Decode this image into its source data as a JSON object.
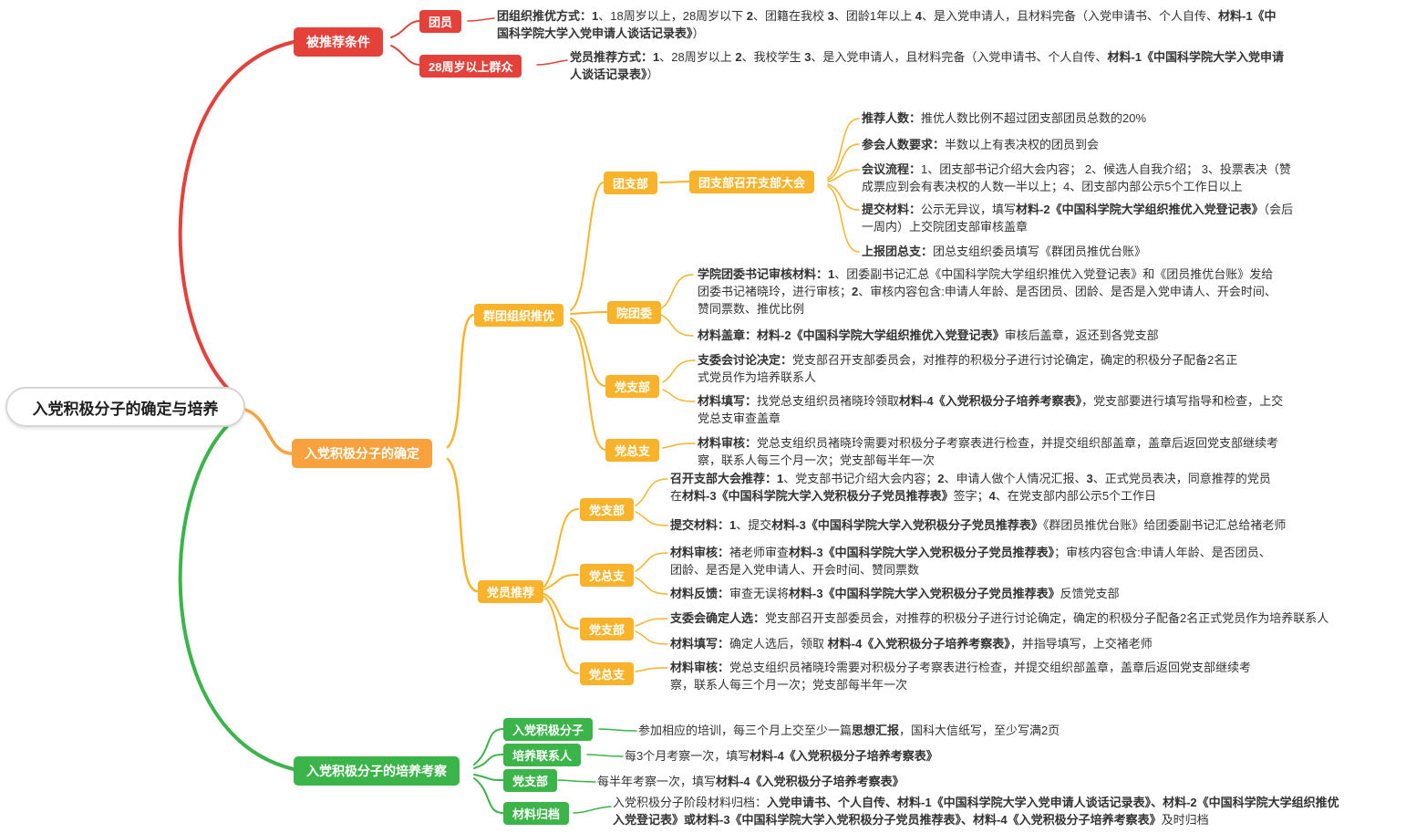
{
  "root": {
    "label": "入党积极分子的确定与培养"
  },
  "colors": {
    "red": "#E5413B",
    "orange": "#F9A13C",
    "yellow": "#F9B32B",
    "green": "#3BB44A"
  },
  "recommend": {
    "label": "被推荐条件",
    "member": {
      "label": "团员",
      "detail": [
        {
          "t": "团组织推优方式：",
          "b": true
        },
        {
          "t": "1",
          "b": true
        },
        {
          "t": "、18周岁以上，28周岁以下 ",
          "b": false
        },
        {
          "t": "2",
          "b": true
        },
        {
          "t": "、团籍在我校 ",
          "b": false
        },
        {
          "t": "3",
          "b": true
        },
        {
          "t": "、团龄1年以上  ",
          "b": false
        },
        {
          "t": "4",
          "b": true
        },
        {
          "t": "、是入党申请人，且材料完备（入党申请书、个人自传、",
          "b": false
        },
        {
          "t": "材料-1《中国科学院大学入党申请人谈话记录表》",
          "b": true
        },
        {
          "t": "）",
          "b": false
        }
      ]
    },
    "over28": {
      "label": "28周岁以上群众",
      "detail": [
        {
          "t": "党员推荐方式：",
          "b": true
        },
        {
          "t": "1",
          "b": true
        },
        {
          "t": "、28周岁以上 ",
          "b": false
        },
        {
          "t": "2",
          "b": true
        },
        {
          "t": "、我校学生 ",
          "b": false
        },
        {
          "t": "3",
          "b": true
        },
        {
          "t": "、是入党申请人，且材料完备（入党申请书、个人自传、",
          "b": false
        },
        {
          "t": "材料-1《中国科学院大学入党申请人谈话记录表》",
          "b": true
        },
        {
          "t": "）",
          "b": false
        }
      ]
    }
  },
  "determine": {
    "label": "入党积极分子的确定",
    "league": {
      "label": "群团组织推优",
      "branch": {
        "label": "团支部"
      },
      "meeting": {
        "label": "团支部召开支部大会",
        "count": [
          {
            "t": "推荐人数：",
            "b": true
          },
          {
            "t": "推优人数比例不超过团支部团员总数的20%",
            "b": false
          }
        ],
        "attendance": [
          {
            "t": "参会人数要求：",
            "b": true
          },
          {
            "t": "半数以上有表决权的团员到会",
            "b": false
          }
        ],
        "process": [
          {
            "t": "会议流程：",
            "b": true
          },
          {
            "t": "1、团支部书记介绍大会内容； 2、候选人自我介绍； 3、投票表决（赞成票应到会有表决权的人数一半以上；4、团支部内部公示5个工作日以上",
            "b": false
          }
        ],
        "submit": [
          {
            "t": "提交材料：",
            "b": true
          },
          {
            "t": "公示无异议，填写",
            "b": false
          },
          {
            "t": "材料-2《中国科学院大学组织推优入党登记表》",
            "b": true
          },
          {
            "t": "（会后一周内）上交院团支部审核盖章",
            "b": false
          }
        ],
        "report": [
          {
            "t": "上报团总支：",
            "b": true
          },
          {
            "t": "团总支组织委员填写《群团员推优台账》",
            "b": false
          }
        ]
      },
      "college": {
        "label": "院团委",
        "review": [
          {
            "t": "学院团委书记审核材料：",
            "b": true
          },
          {
            "t": "1",
            "b": true
          },
          {
            "t": "、团委副书记汇总《中国科学院大学组织推优入党登记表》和《团员推优台账》发给团委书记褚晓玲，进行审核；",
            "b": false
          },
          {
            "t": "2",
            "b": true
          },
          {
            "t": "、审核内容包含:申请人年龄、是否团员、团龄、是否是入党申请人、开会时间、赞同票数、推优比例",
            "b": false
          }
        ],
        "seal": [
          {
            "t": "材料盖章：",
            "b": true
          },
          {
            "t": "材料-2《中国科学院大学组织推优入党登记表》",
            "b": true
          },
          {
            "t": "审核后盖章，返还到各党支部",
            "b": false
          }
        ]
      },
      "party_branch": {
        "label": "党支部",
        "decide": [
          {
            "t": "支委会讨论决定：",
            "b": true
          },
          {
            "t": "党支部召开支部委员会，对推荐的积极分子进行讨论确定，确定的积极分子配备2名正式党员作为培养联系人",
            "b": false
          }
        ],
        "fill": [
          {
            "t": "材料填写：",
            "b": true
          },
          {
            "t": "找党总支组织员褚晓玲领取",
            "b": false
          },
          {
            "t": "材料-4《入党积极分子培养考察表》",
            "b": true
          },
          {
            "t": "，党支部要进行填写指导和检查，上交党总支审查盖章",
            "b": false
          }
        ]
      },
      "party_general": {
        "label": "党总支",
        "review": [
          {
            "t": "材料审核：",
            "b": true
          },
          {
            "t": "党总支组织员褚晓玲需要对积极分子考察表进行检查，并提交组织部盖章，盖章后返回党支部继续考察，联系人每三个月一次；党支部每半年一次",
            "b": false
          }
        ]
      }
    },
    "member_rec": {
      "label": "党员推荐",
      "branch1": {
        "label": "党支部",
        "meeting": [
          {
            "t": "召开支部大会推荐：",
            "b": true
          },
          {
            "t": "1",
            "b": true
          },
          {
            "t": "、党支部书记介绍大会内容；",
            "b": false
          },
          {
            "t": "2",
            "b": true
          },
          {
            "t": "、申请人做个人情况汇报、",
            "b": false
          },
          {
            "t": "3",
            "b": true
          },
          {
            "t": "、正式党员表决，同意推荐的党员在",
            "b": false
          },
          {
            "t": "材料-3《中国科学院大学入党积极分子党员推荐表》",
            "b": true
          },
          {
            "t": "签字；",
            "b": false
          },
          {
            "t": "4",
            "b": true
          },
          {
            "t": "、在党支部内部公示5个工作日",
            "b": false
          }
        ],
        "submit": [
          {
            "t": "提交材料：",
            "b": true
          },
          {
            "t": "1",
            "b": true
          },
          {
            "t": "、提交",
            "b": false
          },
          {
            "t": "材料-3《中国科学院大学入党积极分子党员推荐表》",
            "b": true
          },
          {
            "t": "《群团员推优台账》给团委副书记汇总给褚老师",
            "b": false
          }
        ]
      },
      "general1": {
        "label": "党总支",
        "review": [
          {
            "t": "材料审核：",
            "b": true
          },
          {
            "t": "褚老师审查",
            "b": false
          },
          {
            "t": "材料-3《中国科学院大学入党积极分子党员推荐表》",
            "b": true
          },
          {
            "t": "；审核内容包含:申请人年龄、是否团员、团龄、是否是入党申请人、开会时间、赞同票数",
            "b": false
          }
        ],
        "feedback": [
          {
            "t": "材料反馈：",
            "b": true
          },
          {
            "t": "审查无误将",
            "b": false
          },
          {
            "t": "材料-3《中国科学院大学入党积极分子党员推荐表》",
            "b": true
          },
          {
            "t": "反馈党支部",
            "b": false
          }
        ]
      },
      "branch2": {
        "label": "党支部",
        "decide": [
          {
            "t": "支委会确定人选：",
            "b": true
          },
          {
            "t": "党支部召开支部委员会，对推荐的积极分子进行讨论确定，确定的积极分子配备2名正式党员作为培养联系人",
            "b": false
          }
        ],
        "fill": [
          {
            "t": "材料填写：",
            "b": true
          },
          {
            "t": "确定人选后，领取 ",
            "b": false
          },
          {
            "t": "材料-4《入党积极分子培养考察表》",
            "b": true
          },
          {
            "t": "，并指导填写，上交褚老师",
            "b": false
          }
        ]
      },
      "general2": {
        "label": "党总支",
        "review": [
          {
            "t": "材料审核：",
            "b": true
          },
          {
            "t": "党总支组织员褚晓玲需要对积极分子考察表进行检查，并提交组织部盖章，盖章后返回党支部继续考察，联系人每三个月一次；党支部每半年一次",
            "b": false
          }
        ]
      }
    }
  },
  "cultivate": {
    "label": "入党积极分子的培养考察",
    "activist": {
      "label": "入党积极分子",
      "detail": [
        {
          "t": "参加相应的培训，每三个月上交至少一篇",
          "b": false
        },
        {
          "t": "思想汇报",
          "b": true
        },
        {
          "t": "，国科大信纸写，至少写满2页",
          "b": false
        }
      ]
    },
    "contact": {
      "label": "培养联系人",
      "detail": [
        {
          "t": "每3个月考察一次，填写",
          "b": false
        },
        {
          "t": "材料-4《入党积极分子培养考察表》",
          "b": true
        }
      ]
    },
    "branch": {
      "label": "党支部",
      "detail": [
        {
          "t": "每半年考察一次，填写",
          "b": false
        },
        {
          "t": "材料-4《入党积极分子培养考察表》",
          "b": true
        }
      ]
    },
    "archive": {
      "label": "材料归档",
      "detail": [
        {
          "t": "入党积极分子阶段材料归档：",
          "b": false
        },
        {
          "t": "入党申请书、个人自传、材料-1《中国科学院大学入党申请人谈话记录表》、材料-2《中国科学院大学组织推优入党登记表》或材料-3《中国科学院大学入党积极分子党员推荐表》、材料-4《入党积极分子培养考察表》",
          "b": true
        },
        {
          "t": "及时归档",
          "b": false
        }
      ]
    }
  }
}
